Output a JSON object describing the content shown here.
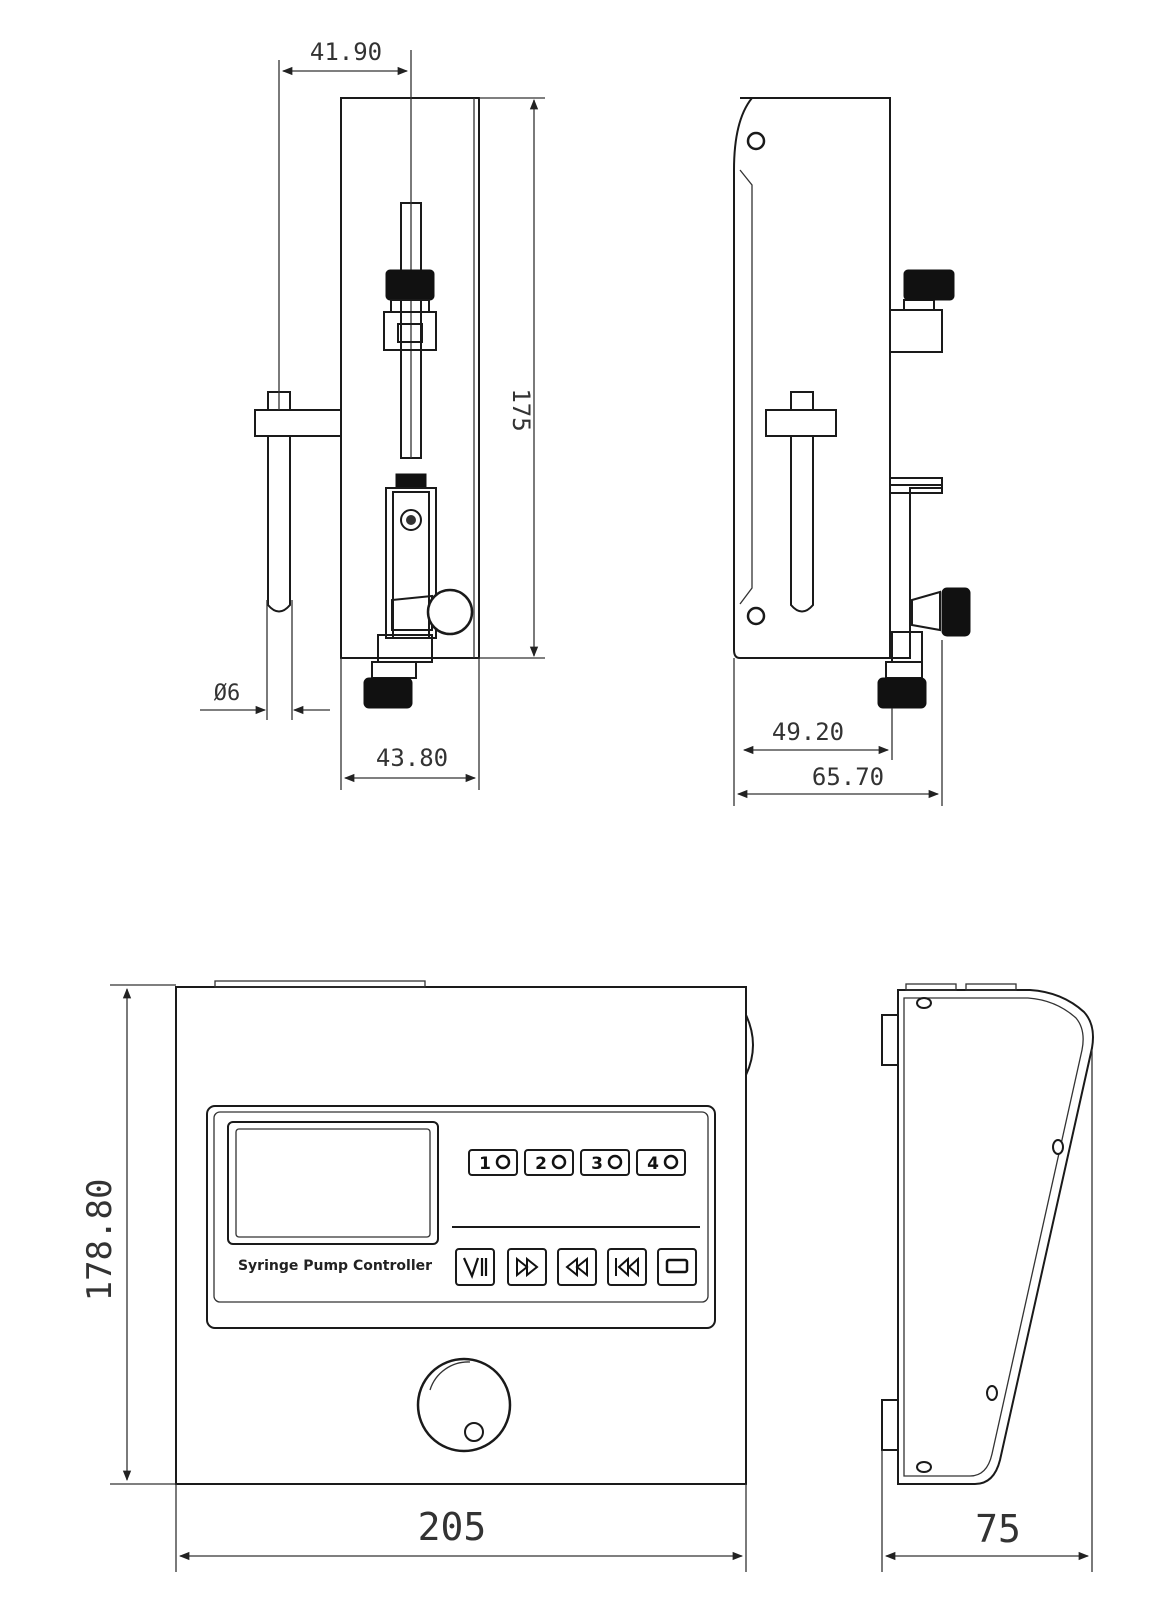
{
  "dimensions": {
    "syringe_width": "41.90",
    "body_height": "175",
    "rod_diameter": "Ø6",
    "base_width": "43.80",
    "side_inner_depth": "49.20",
    "side_total_depth": "65.70",
    "controller_height": "178.80",
    "controller_width": "205",
    "controller_depth": "75"
  },
  "panel": {
    "label": "Syringe Pump Controller",
    "channel_buttons": [
      "1",
      "2",
      "3",
      "4"
    ],
    "control_icons": [
      "run-stop-icon",
      "fast-forward-icon",
      "rewind-icon",
      "skip-back-icon",
      "menu-icon"
    ]
  },
  "colors": {
    "line": "#1a1a1a",
    "fill": "#ffffff"
  }
}
